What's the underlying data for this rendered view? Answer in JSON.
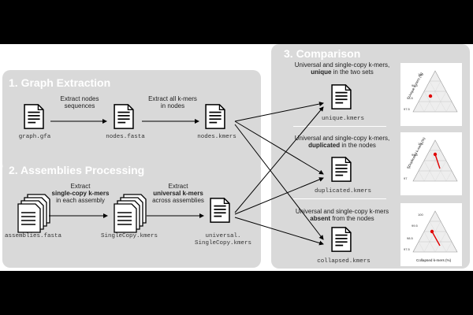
{
  "panels": {
    "graph_extraction": {
      "title": "1. Graph Extraction",
      "step1_label": "Extract nodes\nsequences",
      "step2_label": "Extract all k-mers\nin nodes",
      "files": [
        "graph.gfa",
        "nodes.fasta",
        "nodes.kmers"
      ]
    },
    "assemblies": {
      "title": "2. Assemblies Processing",
      "step1_pre": "Extract",
      "step1_bold": "single-copy k-mers",
      "step1_post": "in each assembly",
      "step2_pre": "Extract",
      "step2_bold": "universal k-mers",
      "step2_post": "across assemblies",
      "files": [
        "assemblies.fasta",
        "SingleCopy.kmers",
        "universal.\nSingleCopy.kmers"
      ]
    },
    "comparison": {
      "title": "3. Comparison",
      "sections": [
        {
          "line1": "Universal and single-copy k-mers,",
          "bold": "unique",
          "rest": " in the two sets",
          "file": "unique.kmers"
        },
        {
          "line1": "Universal and single-copy k-mers,",
          "bold": "duplicated",
          "rest": " in the nodes",
          "file": "duplicated.kmers"
        },
        {
          "line1": "Universal and single-copy k-mers",
          "bold": "absent",
          "rest": " from the nodes",
          "file": "collapsed.kmers"
        }
      ]
    }
  },
  "ternary_plots": [
    {
      "axis_label": "Unique k-mers (%)",
      "ticks": [
        "100",
        "99.5",
        "98.5",
        "97.5"
      ]
    },
    {
      "axis_label": "Duplicated k-mers (%)",
      "ticks": [
        "100",
        "99.5",
        "98",
        "97"
      ]
    },
    {
      "axis_label": "Collapsed k-mers (%)",
      "ticks": [
        "100",
        "99.5",
        "98.5",
        "97.5"
      ]
    }
  ],
  "colors": {
    "panel": "#d9d9d9",
    "marker": "#e00000",
    "frame": "#000000"
  }
}
